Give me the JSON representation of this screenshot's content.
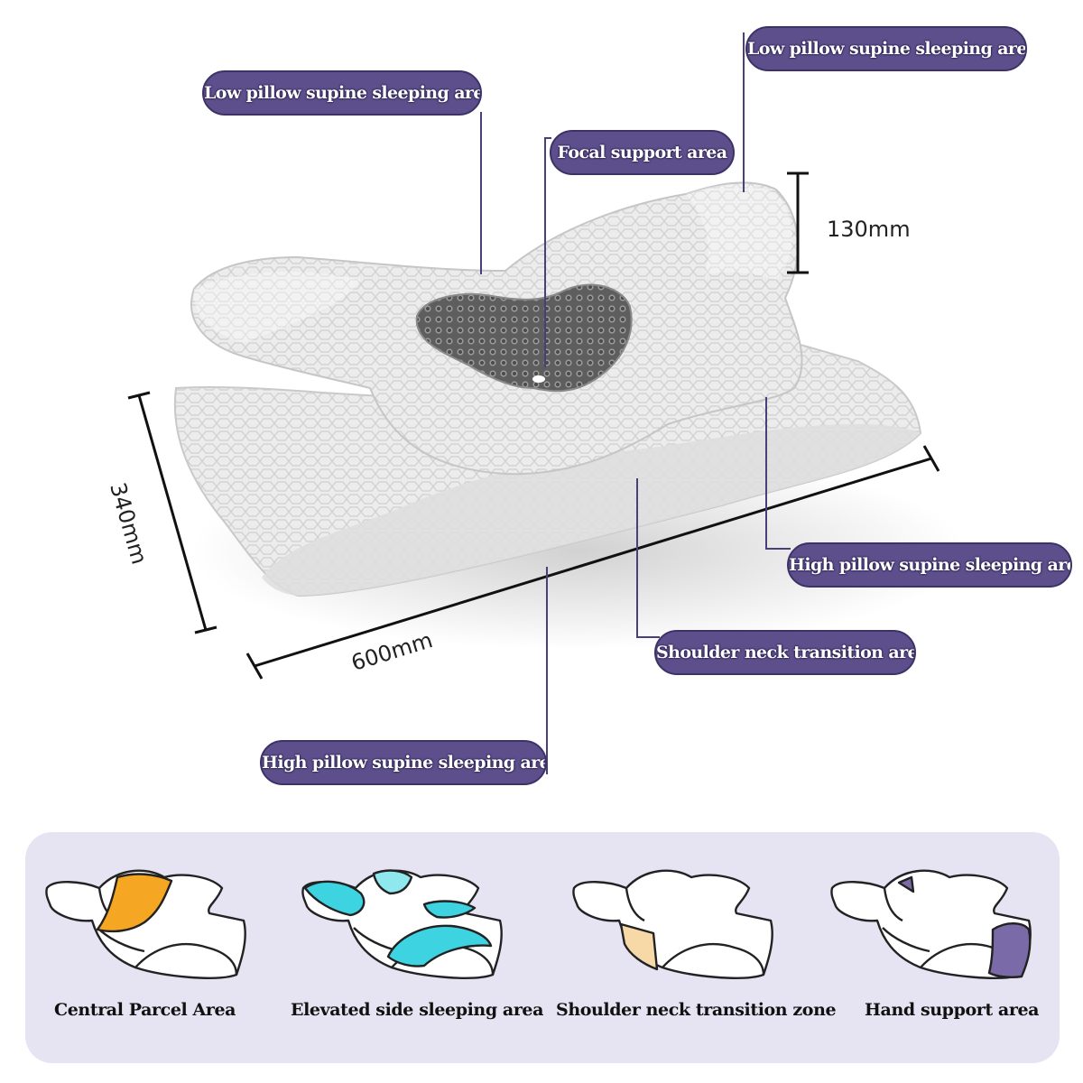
{
  "callouts": [
    {
      "label": "Low pillow supine sleeping area"
    },
    {
      "label": "Low pillow supine sleeping area"
    },
    {
      "label": "Focal support area"
    },
    {
      "label": "High pillow supine sleeping area"
    },
    {
      "label": "Shoulder neck transition area"
    },
    {
      "label": "High pillow supine sleeping area"
    }
  ],
  "dimensions": {
    "height": "130mm",
    "width": "340mm",
    "length": "600mm"
  },
  "features": [
    {
      "label": "Central Parcel Area",
      "highlight_color": "#f5a623"
    },
    {
      "label": "Elevated side sleeping area",
      "highlight_color": "#3dd3e0"
    },
    {
      "label": "Shoulder neck transition zone",
      "highlight_color": "#f7d9a8"
    },
    {
      "label": "Hand support area",
      "highlight_color": "#7a6aa8"
    }
  ],
  "colors": {
    "callout_fill": "#5d4f8c",
    "panel_background": "#e6e3f2",
    "pillow": "#eeeeee",
    "mesh": "#6a6a6a"
  }
}
